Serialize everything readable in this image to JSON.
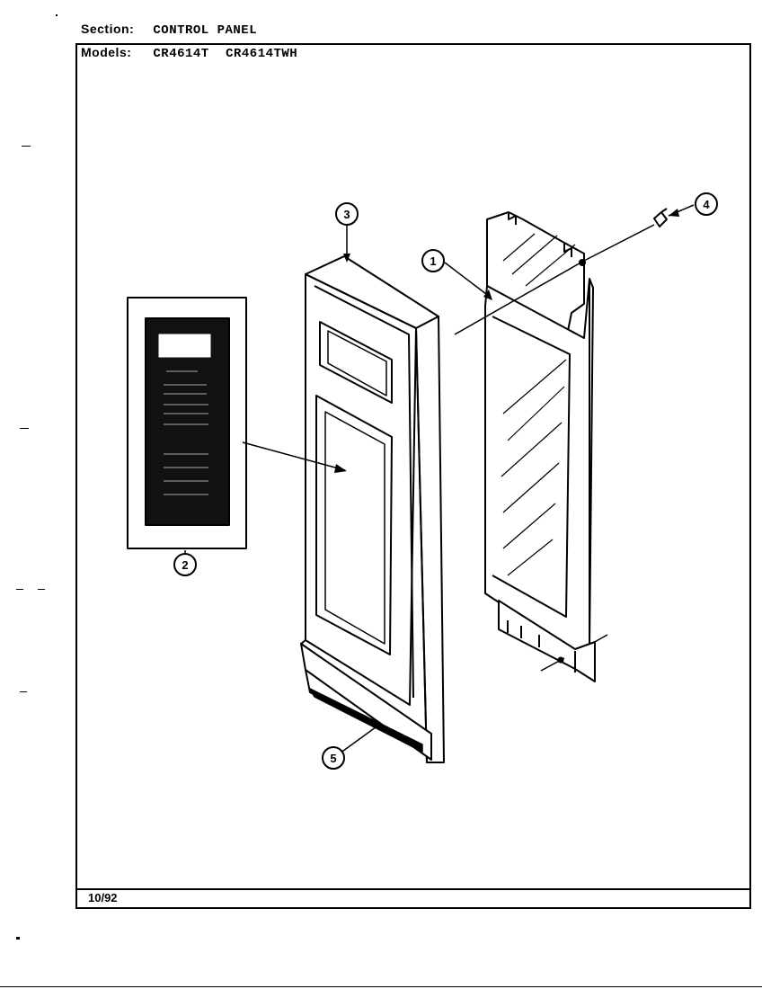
{
  "header": {
    "section_label": "Section:",
    "section_value": "CONTROL PANEL",
    "models_label": "Models:",
    "models": [
      "CR4614T",
      "CR4614TWH"
    ]
  },
  "footer": {
    "date": "10/92"
  },
  "callouts": [
    "1",
    "2",
    "3",
    "4",
    "5"
  ]
}
